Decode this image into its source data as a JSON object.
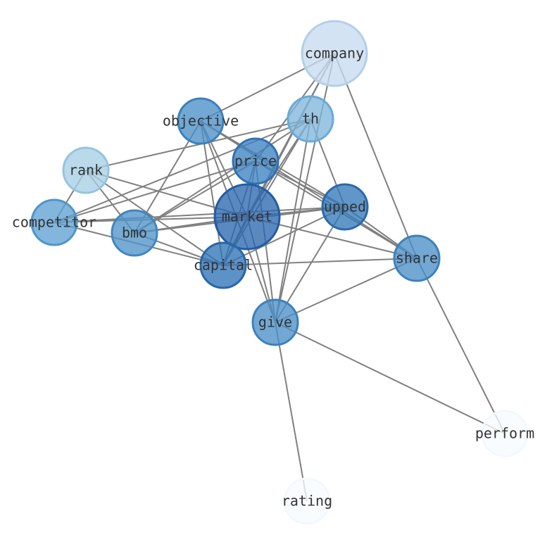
{
  "graph": {
    "type": "network",
    "nodes": [
      {
        "id": "company",
        "label": "company",
        "fill": "#c6dbef",
        "stroke": "#b3cfe8"
      },
      {
        "id": "objective",
        "label": "objective",
        "fill": "#4a8fc7",
        "stroke": "#3c80bd"
      },
      {
        "id": "th",
        "label": "th",
        "fill": "#7fb6dc",
        "stroke": "#6ba9d6"
      },
      {
        "id": "rank",
        "label": "rank",
        "fill": "#a6cfe6",
        "stroke": "#94c4e0"
      },
      {
        "id": "price",
        "label": "price",
        "fill": "#3d82c1",
        "stroke": "#2f72b3"
      },
      {
        "id": "market",
        "label": "market",
        "fill": "#2b68b0",
        "stroke": "#235ca3"
      },
      {
        "id": "upped",
        "label": "upped",
        "fill": "#3478ba",
        "stroke": "#2a6aac"
      },
      {
        "id": "competitor",
        "label": "competitor",
        "fill": "#5fa2d3",
        "stroke": "#4f95ca"
      },
      {
        "id": "bmo",
        "label": "bmo",
        "fill": "#4f94c9",
        "stroke": "#4286bf"
      },
      {
        "id": "capital",
        "label": "capital",
        "fill": "#3073b7",
        "stroke": "#2766a9"
      },
      {
        "id": "share",
        "label": "share",
        "fill": "#4a8fc7",
        "stroke": "#3c82bd"
      },
      {
        "id": "give",
        "label": "give",
        "fill": "#4a8fc7",
        "stroke": "#3c82bd"
      },
      {
        "id": "perform",
        "label": "perform",
        "fill": "#f7fbff",
        "stroke": "#f3f8fd"
      },
      {
        "id": "rating",
        "label": "rating",
        "fill": "#f7fbff",
        "stroke": "#f3f8fd"
      }
    ],
    "edges": [
      [
        "company",
        "objective"
      ],
      [
        "company",
        "price"
      ],
      [
        "company",
        "market"
      ],
      [
        "company",
        "capital"
      ],
      [
        "company",
        "give"
      ],
      [
        "company",
        "share"
      ],
      [
        "th",
        "rank"
      ],
      [
        "th",
        "competitor"
      ],
      [
        "th",
        "bmo"
      ],
      [
        "th",
        "market"
      ],
      [
        "th",
        "capital"
      ],
      [
        "th",
        "upped"
      ],
      [
        "th",
        "give"
      ],
      [
        "objective",
        "bmo"
      ],
      [
        "objective",
        "capital"
      ],
      [
        "objective",
        "market"
      ],
      [
        "objective",
        "upped"
      ],
      [
        "objective",
        "share"
      ],
      [
        "objective",
        "give"
      ],
      [
        "price",
        "competitor"
      ],
      [
        "price",
        "bmo"
      ],
      [
        "price",
        "capital"
      ],
      [
        "price",
        "upped"
      ],
      [
        "price",
        "share"
      ],
      [
        "price",
        "give"
      ],
      [
        "price",
        "market"
      ],
      [
        "rank",
        "competitor"
      ],
      [
        "rank",
        "bmo"
      ],
      [
        "rank",
        "market"
      ],
      [
        "rank",
        "capital"
      ],
      [
        "competitor",
        "market"
      ],
      [
        "competitor",
        "upped"
      ],
      [
        "competitor",
        "capital"
      ],
      [
        "bmo",
        "market"
      ],
      [
        "bmo",
        "upped"
      ],
      [
        "bmo",
        "capital"
      ],
      [
        "market",
        "upped"
      ],
      [
        "market",
        "share"
      ],
      [
        "market",
        "give"
      ],
      [
        "market",
        "capital"
      ],
      [
        "upped",
        "capital"
      ],
      [
        "upped",
        "give"
      ],
      [
        "upped",
        "share"
      ],
      [
        "capital",
        "share"
      ],
      [
        "share",
        "give"
      ],
      [
        "share",
        "perform"
      ],
      [
        "give",
        "perform"
      ],
      [
        "give",
        "rating"
      ]
    ]
  }
}
